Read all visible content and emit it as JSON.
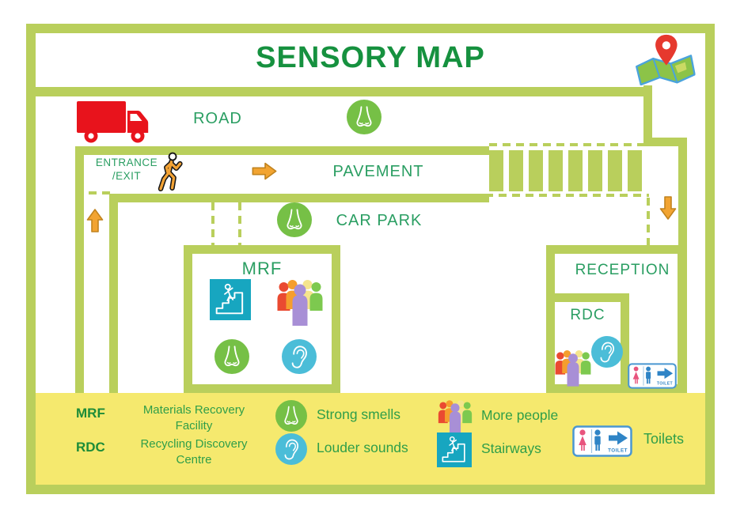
{
  "title": "SENSORY MAP",
  "areas": {
    "road": "ROAD",
    "pavement": "PAVEMENT",
    "entrance_line1": "ENTRANCE",
    "entrance_line2": "/EXIT",
    "car_park": "CAR PARK",
    "mrf": "MRF",
    "reception": "RECEPTION",
    "rdc": "RDC"
  },
  "signs": {
    "toilet": "TOILET"
  },
  "legend": {
    "abbreviations": [
      {
        "abbr": "MRF",
        "meaning": "Materials Recovery Facility"
      },
      {
        "abbr": "RDC",
        "meaning": "Recycling Discovery Centre"
      }
    ],
    "items": [
      {
        "icon": "nose-icon",
        "label": "Strong smells"
      },
      {
        "icon": "ear-icon",
        "label": "Louder sounds"
      },
      {
        "icon": "people-icon",
        "label": "More people"
      },
      {
        "icon": "stairs-icon",
        "label": "Stairways"
      },
      {
        "icon": "toilet-sign-icon",
        "label": "Toilets"
      }
    ]
  },
  "colors": {
    "wall_green": "#b9cf5c",
    "legend_yellow": "#f5e96e",
    "title_green": "#16913f",
    "label_green": "#2a9e62",
    "legend_text_green": "#2f9e49",
    "truck_red": "#e8131c",
    "nose_green": "#76c046",
    "ear_teal": "#4bbdd8",
    "stairs_teal": "#17a6c0",
    "people_colors": [
      "#ea4a31",
      "#f59e2d",
      "#f5e58d",
      "#7dc94f",
      "#a88fd6"
    ],
    "arrow_orange": "#f2a431",
    "toilet_blue": "#2f84c6",
    "toilet_pink": "#e8547d"
  }
}
